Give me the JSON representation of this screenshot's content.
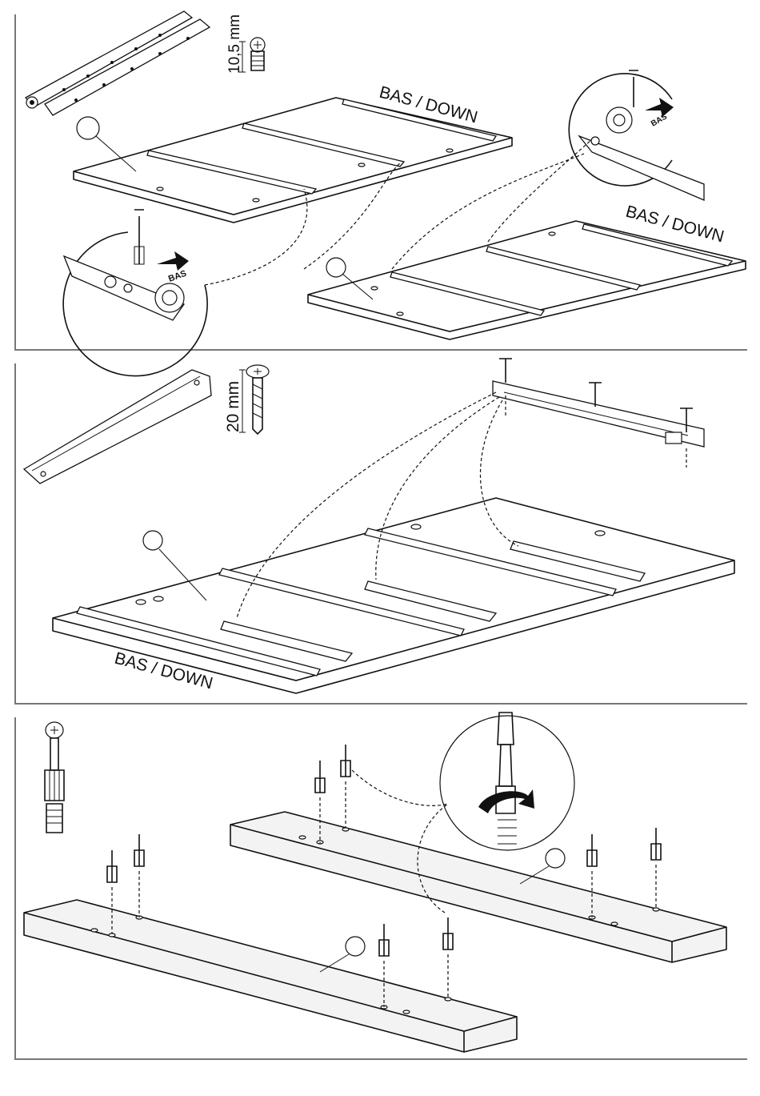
{
  "step1": {
    "screw_length": "10,5 mm",
    "orientation_label_left": "BAS / DOWN",
    "orientation_label_right": "BAS / DOWN",
    "detail_left_arrow_text": "BAS",
    "detail_right_arrow_text": "BAS"
  },
  "step2": {
    "screw_length": "20 mm",
    "orientation_label": "BAS / DOWN"
  },
  "step3": {}
}
